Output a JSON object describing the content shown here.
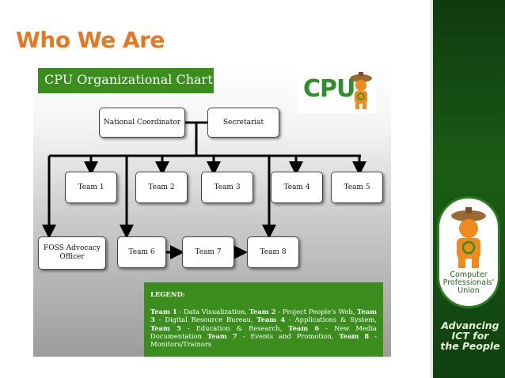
{
  "slide": {
    "title": "Who We Are"
  },
  "chart": {
    "banner_title": "CPU Organizational Chart",
    "logo_text": "CPU"
  },
  "nodes": {
    "national_coordinator": "National Coordinator",
    "secretariat": "Secretariat",
    "team1": "Team 1",
    "team2": "Team 2",
    "team3": "Team 3",
    "team4": "Team 4",
    "team5": "Team 5",
    "foss_line1": "FOSS Advocacy",
    "foss_line2": "Officer",
    "team6": "Team 6",
    "team7": "Team 7",
    "team8": "Team 8"
  },
  "legend": {
    "title": "LEGEND:",
    "entries": [
      {
        "team": "Team 1",
        "desc": " - Data Visualization, "
      },
      {
        "team": "Team 2",
        "desc": " - Project People's Web, "
      },
      {
        "team": "Team 3",
        "desc": " - Digital Resource Bureau, "
      },
      {
        "team": "Team 4",
        "desc": " - Applications & System, "
      },
      {
        "team": "Team 5",
        "desc": " - Education & Research, "
      },
      {
        "team": "Team 6",
        "desc": " - New Media Documentation "
      },
      {
        "team": "Team 7",
        "desc": " - Events and Promotion, "
      },
      {
        "team": "Team 8",
        "desc": " - Monitors/Trainors"
      }
    ]
  },
  "sidebar": {
    "badge_line1": "Computer",
    "badge_line2": "Professionals'",
    "badge_line3": "Union",
    "tagline_line1": "Advancing",
    "tagline_line2": "ICT for",
    "tagline_line3": "the People"
  },
  "colors": {
    "title_orange": "#e87722",
    "brand_green": "#3b8e1e",
    "sidebar_green": "#1c5c16"
  },
  "icons": {
    "mascot": "cpu-mascot-icon"
  }
}
